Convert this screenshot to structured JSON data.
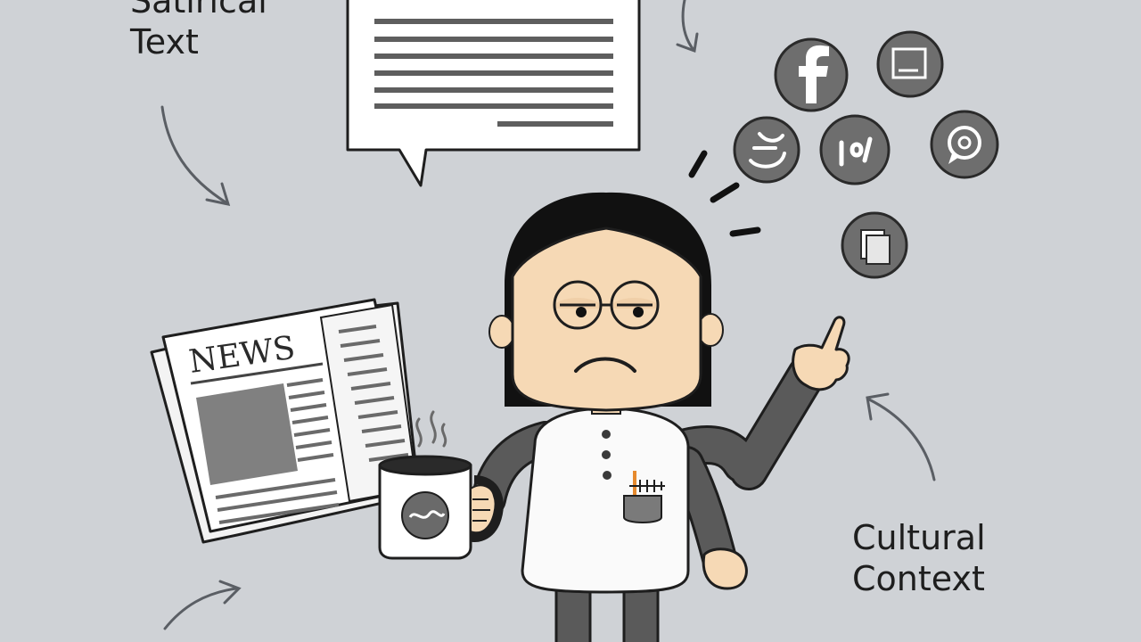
{
  "labels": {
    "satirical_line1": "Satirical",
    "satirical_line2": "Text",
    "cultural_line1": "Cultural",
    "cultural_line2": "Context"
  },
  "newspaper": {
    "masthead": "NEWS"
  },
  "social_icons": [
    "facebook-icon",
    "news-box-icon",
    "swirl-logo-icon",
    "chat-marks-icon",
    "chat-bubble-icon",
    "documents-icon"
  ],
  "colors": {
    "background": "#cfd2d6",
    "skin": "#f6d9b5",
    "hair": "#111111",
    "shirt": "#fafafa",
    "arm": "#5a5a5a",
    "icon_fill": "#6e6e6e",
    "accent_pen": "#e68a2e"
  }
}
